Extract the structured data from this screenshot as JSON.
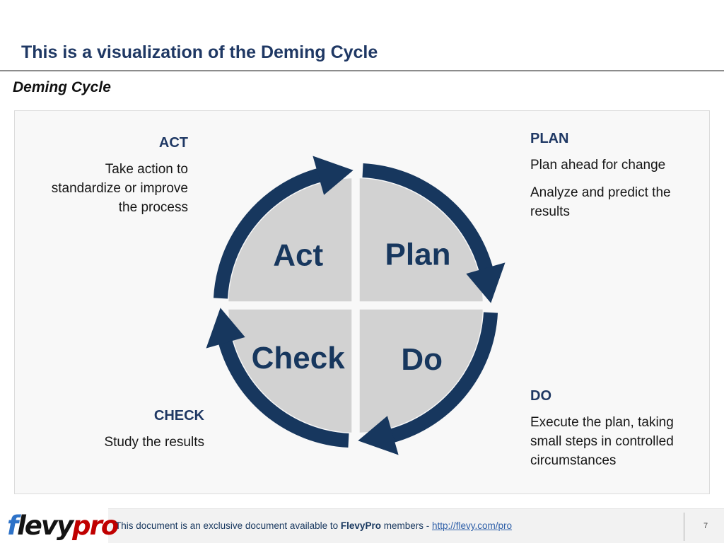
{
  "title": "This is a visualization of the Deming Cycle",
  "subtitle": "Deming Cycle",
  "diagram": {
    "quadrants": {
      "act": "Act",
      "plan": "Plan",
      "check": "Check",
      "do": "Do"
    }
  },
  "callouts": {
    "act": {
      "header": "ACT",
      "lines": [
        "Take action to",
        "standardize or improve",
        "the process"
      ]
    },
    "plan": {
      "header": "PLAN",
      "para1": "Plan ahead for change",
      "para2": "Analyze and predict the results"
    },
    "do": {
      "header": "DO",
      "body": "Execute the plan, taking small steps in controlled circumstances"
    },
    "check": {
      "header": "CHECK",
      "body": "Study the results"
    }
  },
  "footer": {
    "logo": {
      "f": "f",
      "levy": "levy",
      "pro": "pro"
    },
    "text_prefix": "This document is an exclusive document available to ",
    "brand": "FlevyPro",
    "text_middle": " members - ",
    "link": "http://flevy.com/pro",
    "page_number": "7"
  },
  "colors": {
    "navy": "#17375E",
    "title_navy": "#1F3864",
    "quadrant_gray": "#D2D2D2",
    "gap_white": "#F8F8F8",
    "logo_blue": "#2D72C8",
    "logo_red": "#C00000",
    "link_blue": "#2E5FA8"
  }
}
